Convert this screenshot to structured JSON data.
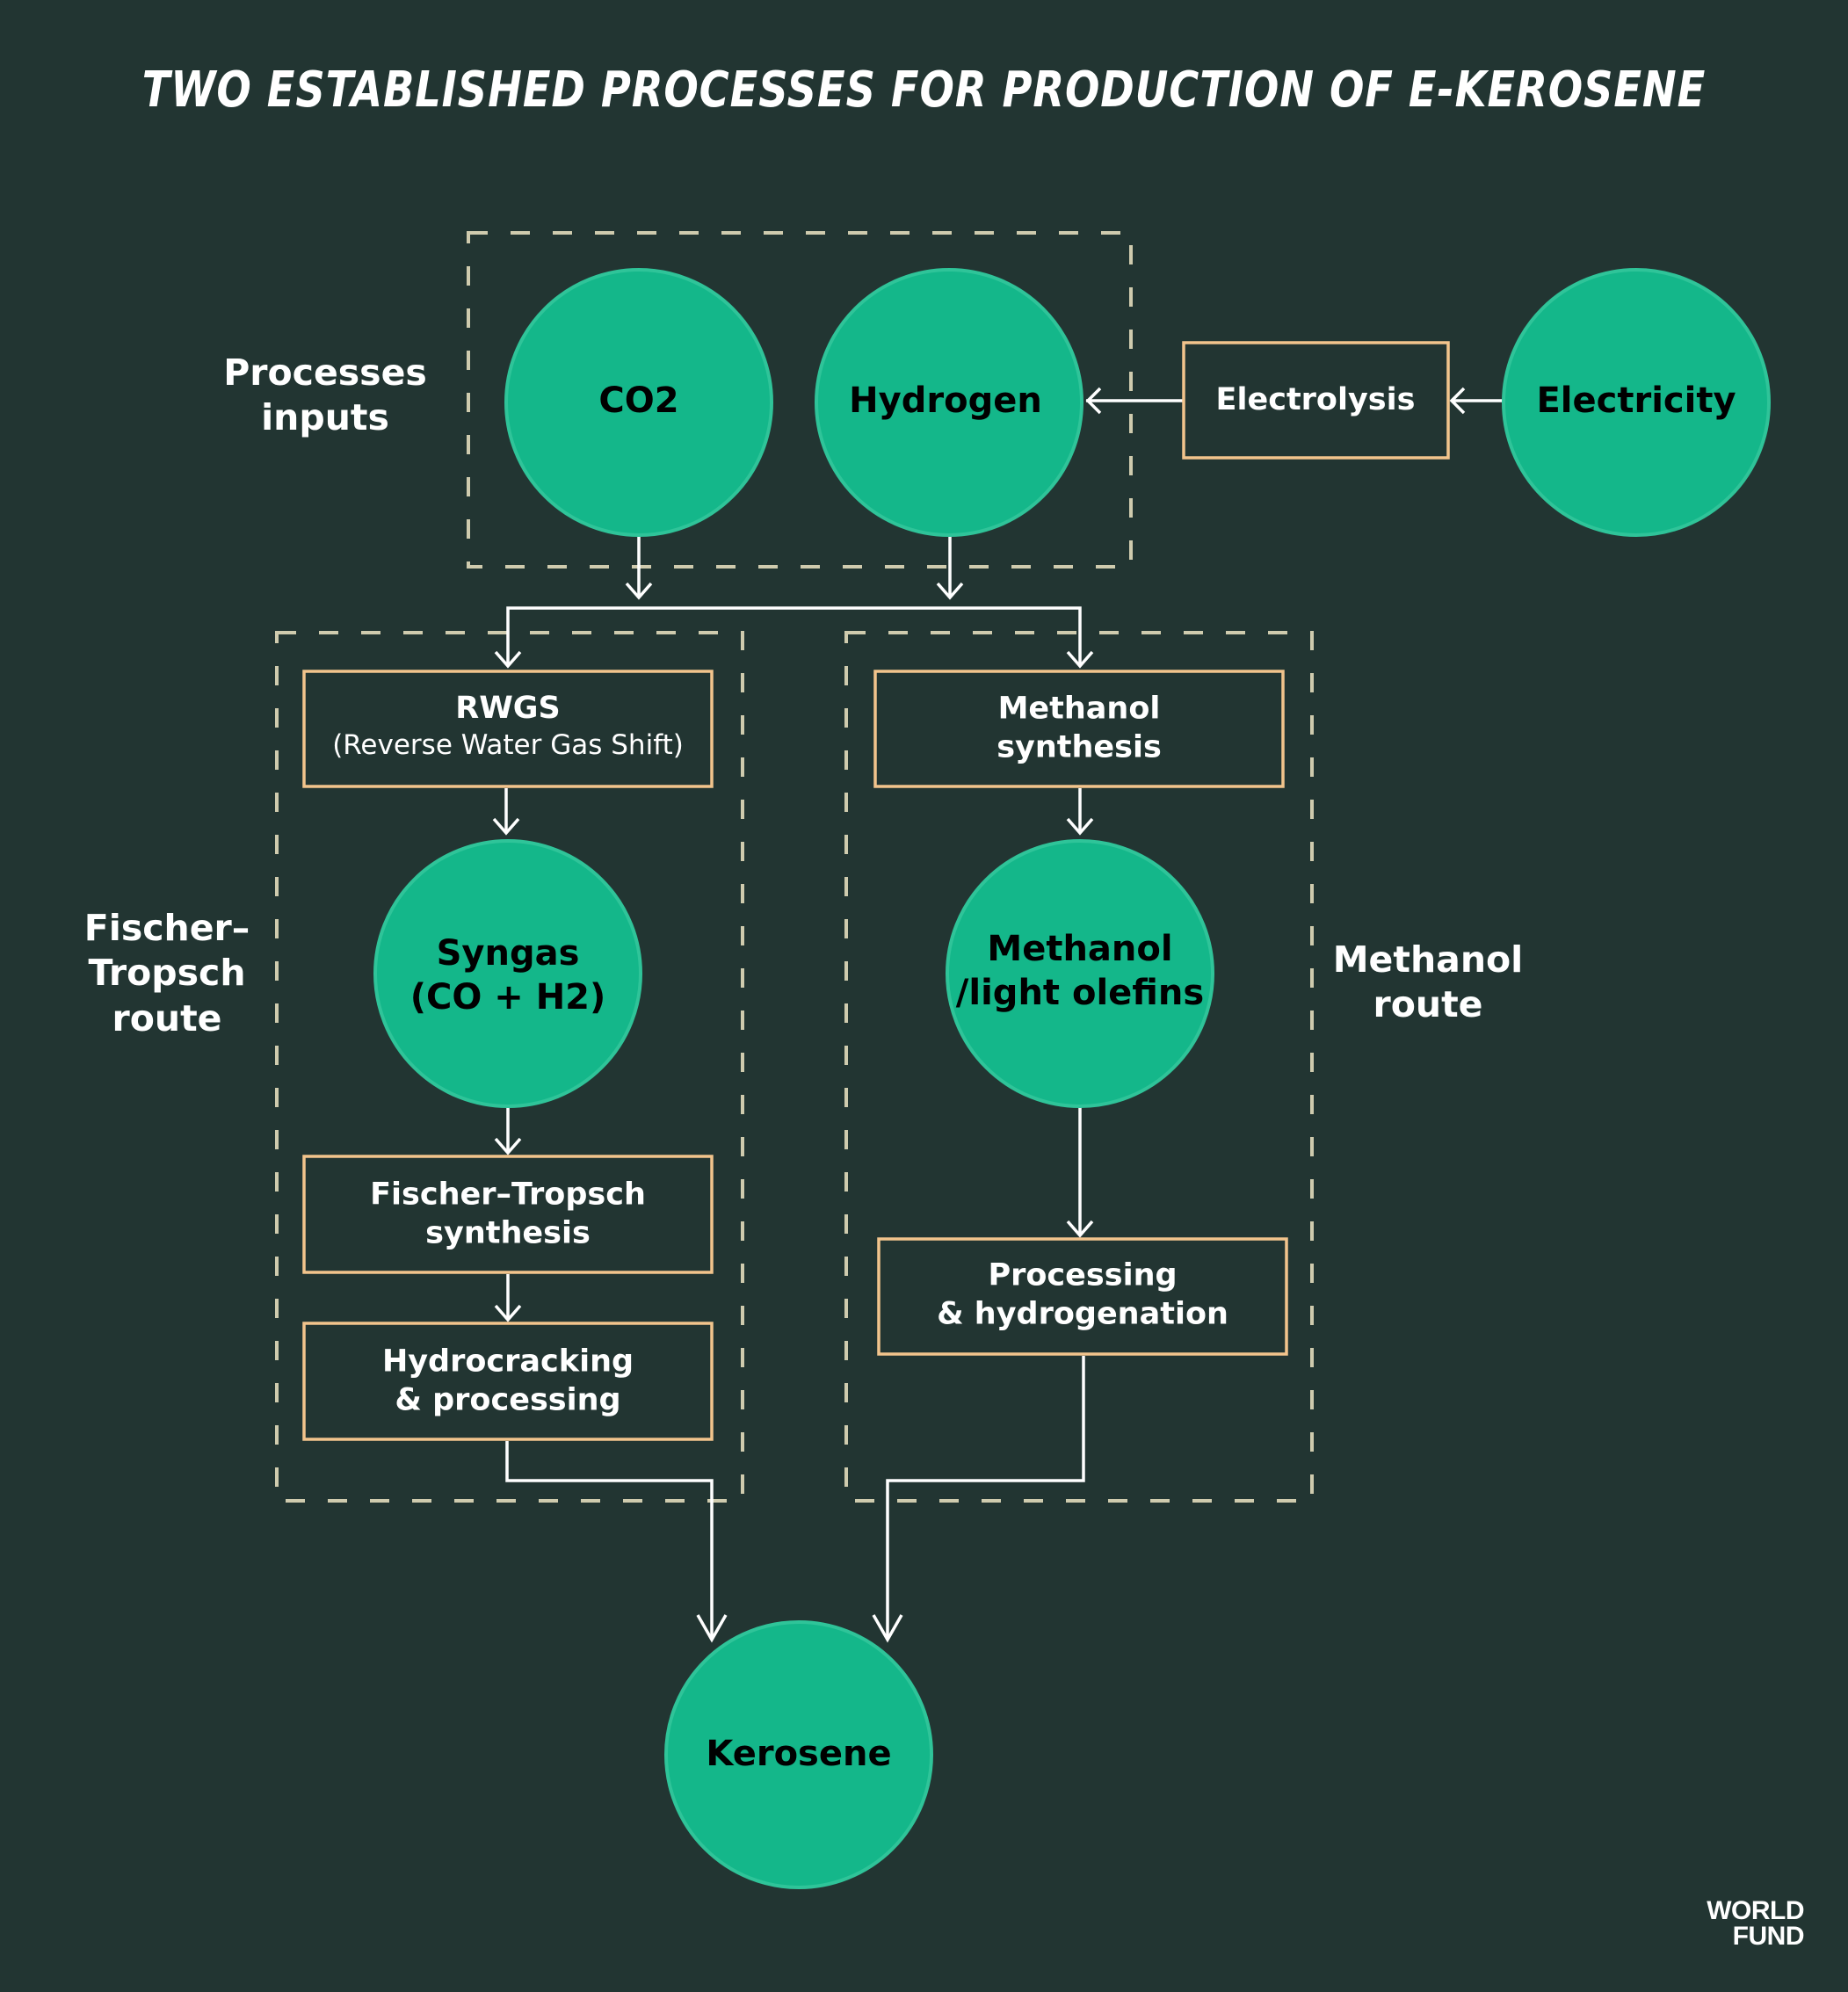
{
  "title": "TWO ESTABLISHED PROCESSES FOR PRODUCTION OF E-KEROSENE",
  "groups": {
    "inputs": "Processes\ninputs",
    "fischer_tropsch": "Fischer–\nTropsch\nroute",
    "methanol": "Methanol\nroute"
  },
  "nodes": {
    "co2": "CO2",
    "hydrogen": "Hydrogen",
    "electricity": "Electricity",
    "syngas": "Syngas\n(CO + H2)",
    "methanol_olefins": "Methanol\n/light olefins",
    "kerosene": "Kerosene"
  },
  "processes": {
    "electrolysis": "Electrolysis",
    "rwgs": {
      "title": "RWGS",
      "subtitle": "(Reverse Water Gas Shift)"
    },
    "methanol_synthesis": "Methanol\nsynthesis",
    "ft_synthesis": "Fischer–Tropsch\nsynthesis",
    "hydrocracking": "Hydrocracking\n& processing",
    "processing_hydrogenation": "Processing\n& hydrogenation"
  },
  "flows": [
    {
      "from": "electricity",
      "to": "electrolysis"
    },
    {
      "from": "electrolysis",
      "to": "hydrogen"
    },
    {
      "from": "co2",
      "to": "rwgs"
    },
    {
      "from": "co2",
      "to": "methanol_synthesis"
    },
    {
      "from": "hydrogen",
      "to": "rwgs"
    },
    {
      "from": "hydrogen",
      "to": "methanol_synthesis"
    },
    {
      "from": "rwgs",
      "to": "syngas"
    },
    {
      "from": "syngas",
      "to": "ft_synthesis"
    },
    {
      "from": "ft_synthesis",
      "to": "hydrocracking"
    },
    {
      "from": "hydrocracking",
      "to": "kerosene"
    },
    {
      "from": "methanol_synthesis",
      "to": "methanol_olefins"
    },
    {
      "from": "methanol_olefins",
      "to": "processing_hydrogenation"
    },
    {
      "from": "processing_hydrogenation",
      "to": "kerosene"
    }
  ],
  "logo": {
    "line1": "WORLD",
    "line2": "FUND"
  },
  "colors": {
    "background": "#223532",
    "node_fill": "#14b78a",
    "process_border": "#f2c48c",
    "group_border": "#cfcbae",
    "arrow": "#ffffff"
  }
}
